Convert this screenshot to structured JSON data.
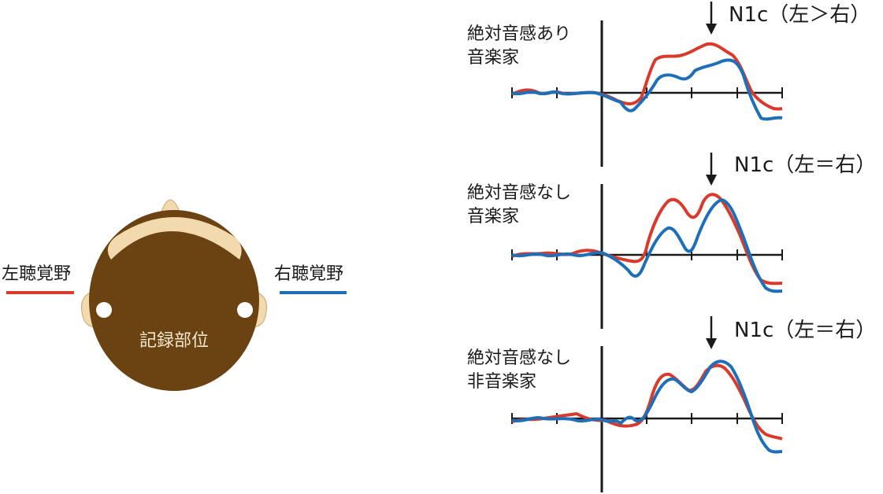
{
  "head": {
    "left_label": "左聴覚野",
    "right_label": "右聴覚野",
    "center_label": "記録部位"
  },
  "colors": {
    "left": "#d93a2b",
    "right": "#1f6fb8",
    "head": "#6b4212",
    "skin": "#f3d9ae",
    "axis": "#1a1a1a"
  },
  "panels": [
    {
      "group_line1": "絶対音感あり",
      "group_line2": "音楽家",
      "peak_label": "N1c（左＞右）"
    },
    {
      "group_line1": "絶対音感なし",
      "group_line2": "音楽家",
      "peak_label": "N1c（左＝右）"
    },
    {
      "group_line1": "絶対音感なし",
      "group_line2": "非音楽家",
      "peak_label": "N1c（左＝右）"
    }
  ]
}
